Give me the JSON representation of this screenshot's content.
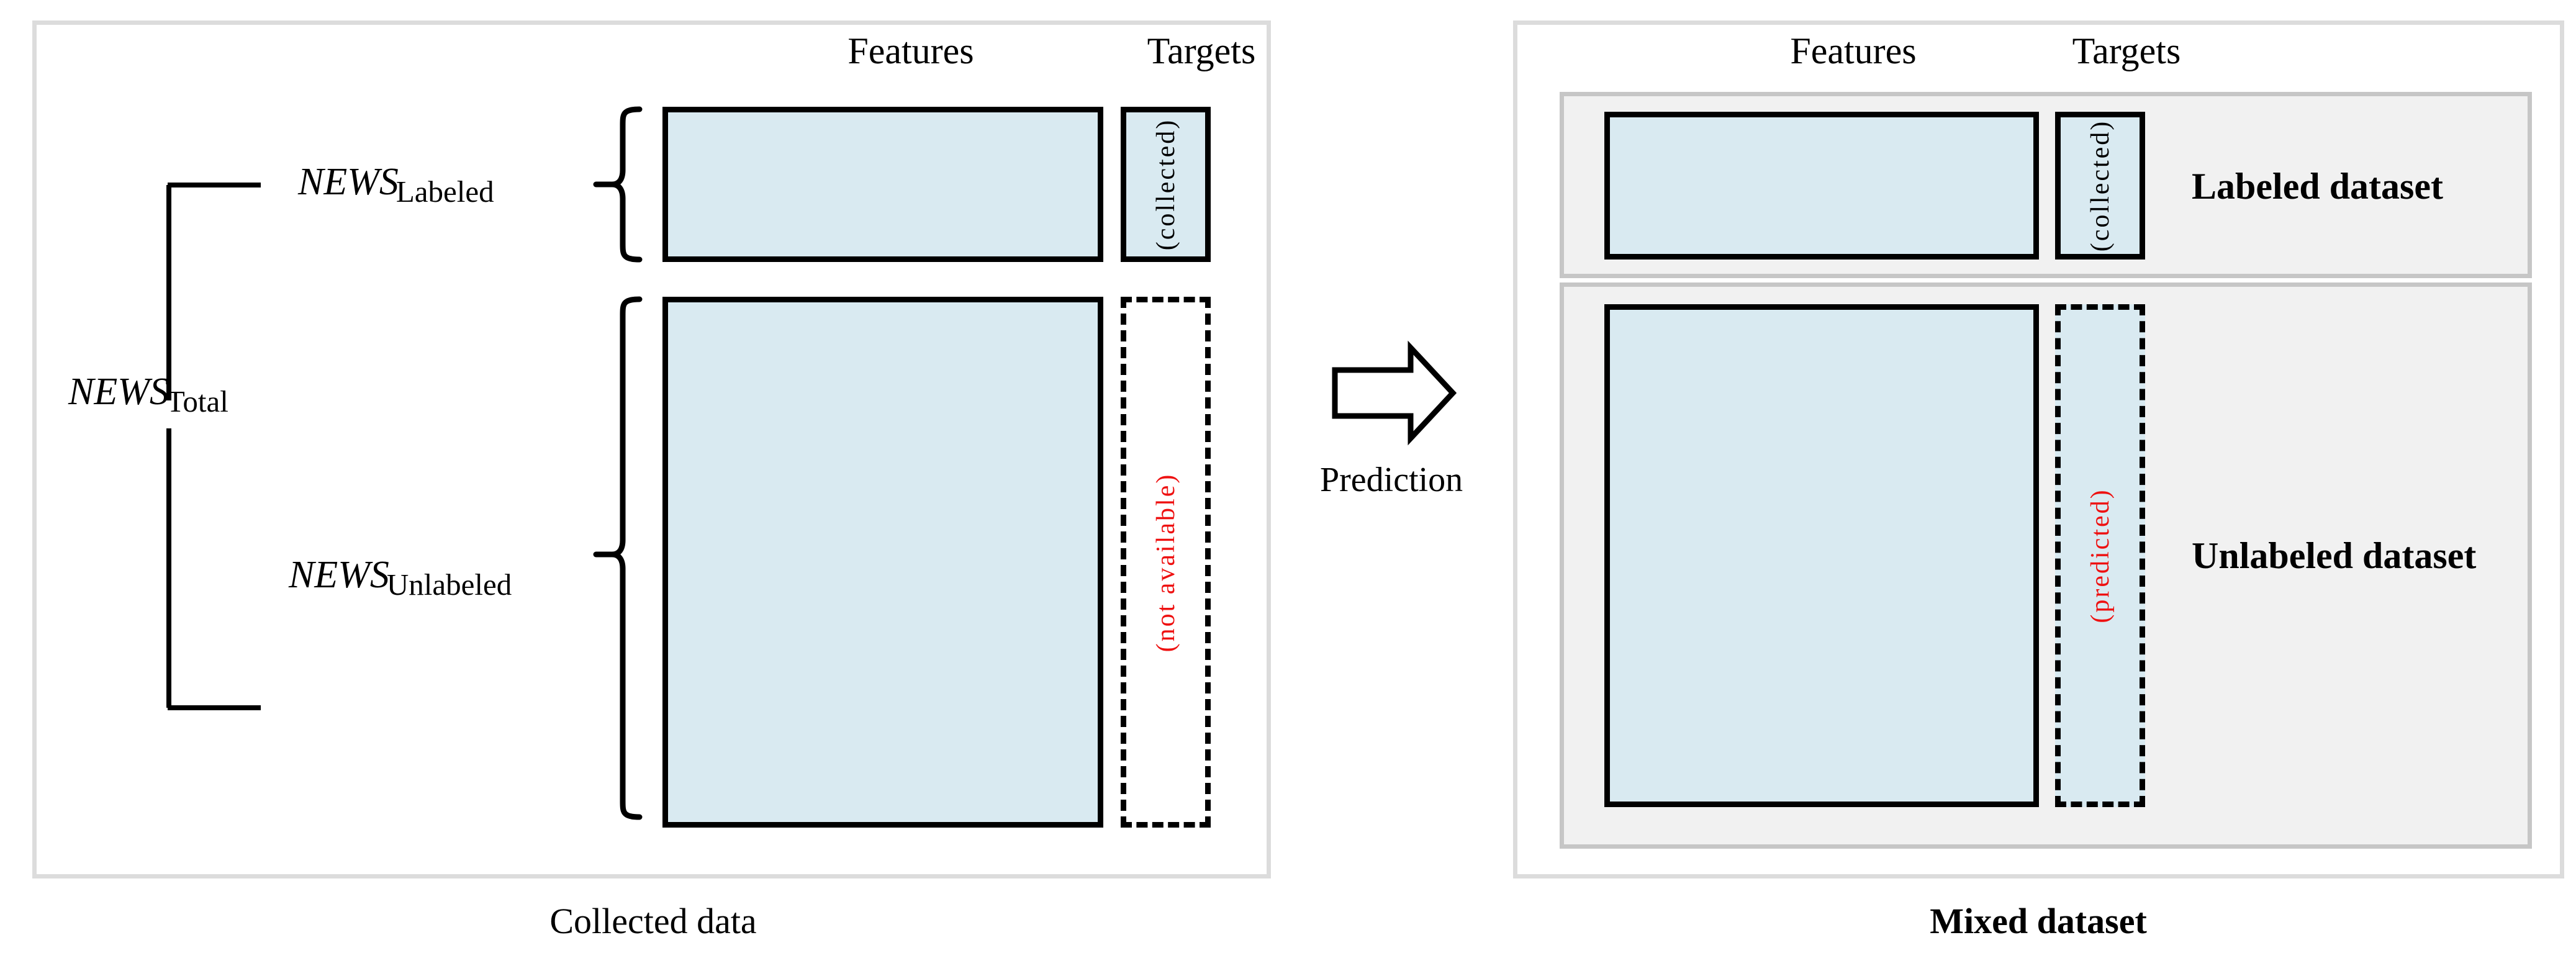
{
  "figure": {
    "type": "diagram",
    "description": "Semi-supervised data pipeline diagram showing collected data split into labeled and unlabeled NEWS subsets, converted via prediction into a mixed dataset."
  },
  "colors": {
    "data_fill_blue": "#d9eaf1",
    "block_border": "#000000",
    "group_fill_gray": "#f1f1f1",
    "group_border_gray": "#c6c6c6",
    "panel_border_gray": "#dcdcdc",
    "annotation_red": "#ee1111",
    "text_black": "#000000"
  },
  "left_panel": {
    "caption": "Collected data",
    "headers": {
      "features": "Features",
      "targets": "Targets"
    },
    "brackets": {
      "total_label_base": "NEWS",
      "total_label_sub": "Total",
      "labeled_label_base": "NEWS",
      "labeled_label_sub": "Labeled",
      "unlabeled_label_base": "NEWS",
      "unlabeled_label_sub": "Unlabeled"
    },
    "rows": [
      {
        "name": "labeled-row",
        "features_block": "",
        "targets_block": "",
        "targets_annotation": "(collected)",
        "targets_annotation_color": "#000000",
        "targets_style": "solid"
      },
      {
        "name": "unlabeled-row",
        "features_block": "",
        "targets_block": "",
        "targets_annotation": "(not available)",
        "targets_annotation_color": "#ee1111",
        "targets_style": "dashed-empty"
      }
    ]
  },
  "transition": {
    "arrow_icon": "right-block-arrow-icon",
    "label": "Prediction"
  },
  "right_panel": {
    "caption": "Mixed dataset",
    "headers": {
      "features": "Features",
      "targets": "Targets"
    },
    "groups": [
      {
        "name": "labeled-dataset-group",
        "label": "Labeled dataset",
        "targets_annotation": "(collected)",
        "targets_annotation_color": "#000000",
        "targets_style": "solid"
      },
      {
        "name": "unlabeled-dataset-group",
        "label": "Unlabeled dataset",
        "targets_annotation": "(predicted)",
        "targets_annotation_color": "#ee1111",
        "targets_style": "dashed-filled"
      }
    ]
  }
}
